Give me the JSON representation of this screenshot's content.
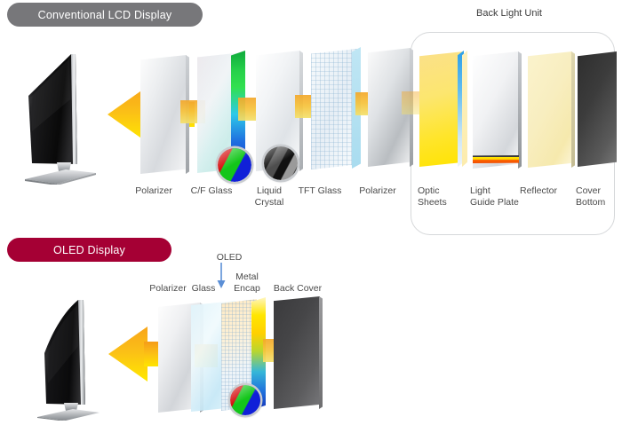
{
  "diagram": {
    "title_lcd": "Conventional LCD Display",
    "title_oled": "OLED Display",
    "blu_group_label": "Back Light Unit"
  },
  "colors": {
    "badge_lcd_bg": "#77777a",
    "badge_oled_bg": "#a50034",
    "arrow_top": "#f8a51b",
    "arrow_bottom": "#ffe900",
    "bracket_border": "#d6d8da",
    "label_text": "#4a4a4a",
    "oled_arrow": "#5b8fd6"
  },
  "lcd": {
    "tv_name": "flat-lcd-tv",
    "arrow_name": "light-direction-arrow",
    "layers": [
      {
        "id": "polarizer-front",
        "label": "Polarizer"
      },
      {
        "id": "cf-glass",
        "label": "C/F Glass"
      },
      {
        "id": "liquid-crystal",
        "label": "Liquid\nCrystal"
      },
      {
        "id": "tft-glass",
        "label": "TFT Glass"
      },
      {
        "id": "polarizer-rear",
        "label": "Polarizer"
      },
      {
        "id": "optic-sheets",
        "label": "Optic\nSheets"
      },
      {
        "id": "light-guide-plate",
        "label": "Light\nGuide Plate"
      },
      {
        "id": "reflector",
        "label": "Reflector"
      },
      {
        "id": "cover-bottom",
        "label": "Cover\nBottom"
      }
    ],
    "loupes": [
      {
        "id": "rgb-subpixel-loupe",
        "type": "rgb"
      },
      {
        "id": "grayscale-shutter-loupe",
        "type": "gray"
      }
    ]
  },
  "oled": {
    "tv_name": "curved-oled-tv",
    "arrow_name": "light-direction-arrow",
    "callout_label": "OLED",
    "layers": [
      {
        "id": "polarizer",
        "label": "Polarizer"
      },
      {
        "id": "glass",
        "label": "Glass"
      },
      {
        "id": "metal-encap",
        "label": "Metal\nEncap"
      },
      {
        "id": "back-cover",
        "label": "Back Cover"
      }
    ],
    "loupes": [
      {
        "id": "rgb-subpixel-loupe",
        "type": "rgb"
      }
    ]
  }
}
